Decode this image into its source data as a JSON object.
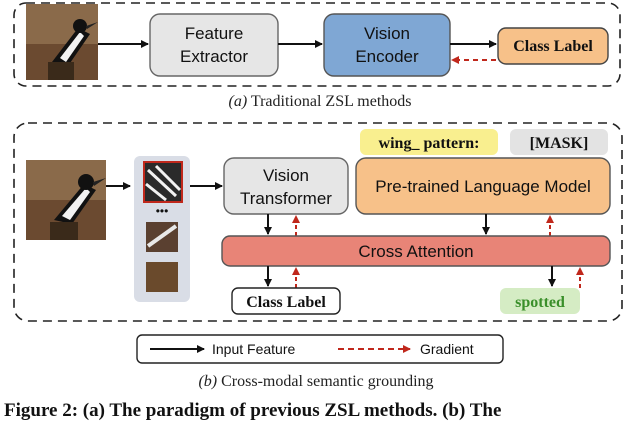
{
  "top_panel": {
    "feature_extractor_line1": "Feature",
    "feature_extractor_line2": "Extractor",
    "vision_encoder_line1": "Vision",
    "vision_encoder_line2": "Encoder",
    "class_label": "Class Label",
    "caption_italic": "(a)",
    "caption_rest": "Traditional ZSL methods"
  },
  "bottom_panel": {
    "prompt_token": "wing_ pattern:",
    "mask_token": "[MASK]",
    "vision_transformer_line1": "Vision",
    "vision_transformer_line2": "Transformer",
    "language_model": "Pre-trained Language Model",
    "cross_attention": "Cross Attention",
    "class_label": "Class Label",
    "predicted_word": "spotted",
    "patch_ellipsis": "•••",
    "caption_italic": "(b)",
    "caption_rest": "Cross-modal semantic grounding"
  },
  "legend": {
    "input_feature": "Input Feature",
    "gradient": "Gradient"
  },
  "figure_caption": "Figure 2: (a) The paradigm of previous ZSL methods. (b) The",
  "colors": {
    "gray_box": "#e6e6e6",
    "blue_box": "#7fa7d4",
    "orange_box": "#f7c189",
    "salmon_bar": "#e88477",
    "yellow_token": "#f9ef8f",
    "green_token": "#d5ecc4",
    "green_text": "#3a8f2a",
    "gradient_red": "#c0281c"
  }
}
